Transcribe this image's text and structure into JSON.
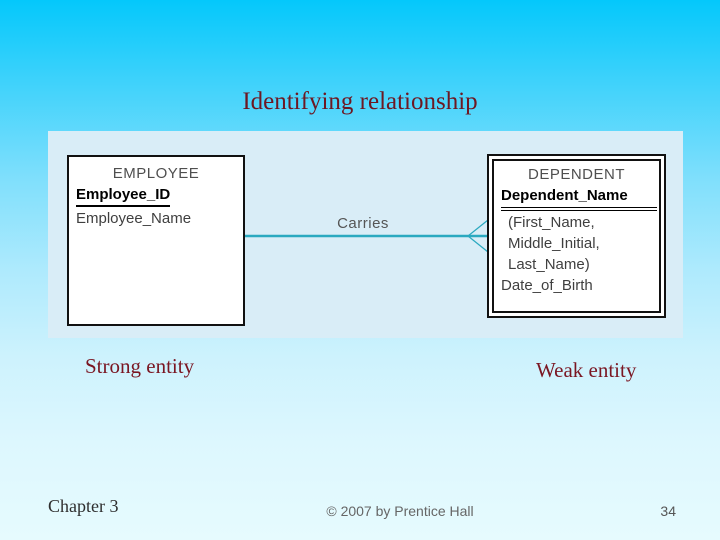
{
  "slide": {
    "title": "Identifying relationship",
    "captions": {
      "strong": "Strong entity",
      "weak": "Weak entity"
    },
    "footer": {
      "chapter": "Chapter 3",
      "copyright": "© 2007 by Prentice Hall",
      "page": "34"
    }
  },
  "diagram": {
    "relationship": {
      "label": "Carries",
      "cardinality_marker": "crow-foot-many"
    },
    "employee": {
      "name": "EMPLOYEE",
      "attributes": [
        "Employee_ID",
        "Employee_Name"
      ]
    },
    "dependent": {
      "name": "DEPENDENT",
      "attributes": [
        "Dependent_Name",
        "(First_Name,",
        "Middle_Initial,",
        "Last_Name)",
        "Date_of_Birth"
      ]
    },
    "colors": {
      "connector": "#2aa9c0",
      "panel_background": "#d9edf7",
      "accent_text": "#6d1822"
    }
  }
}
